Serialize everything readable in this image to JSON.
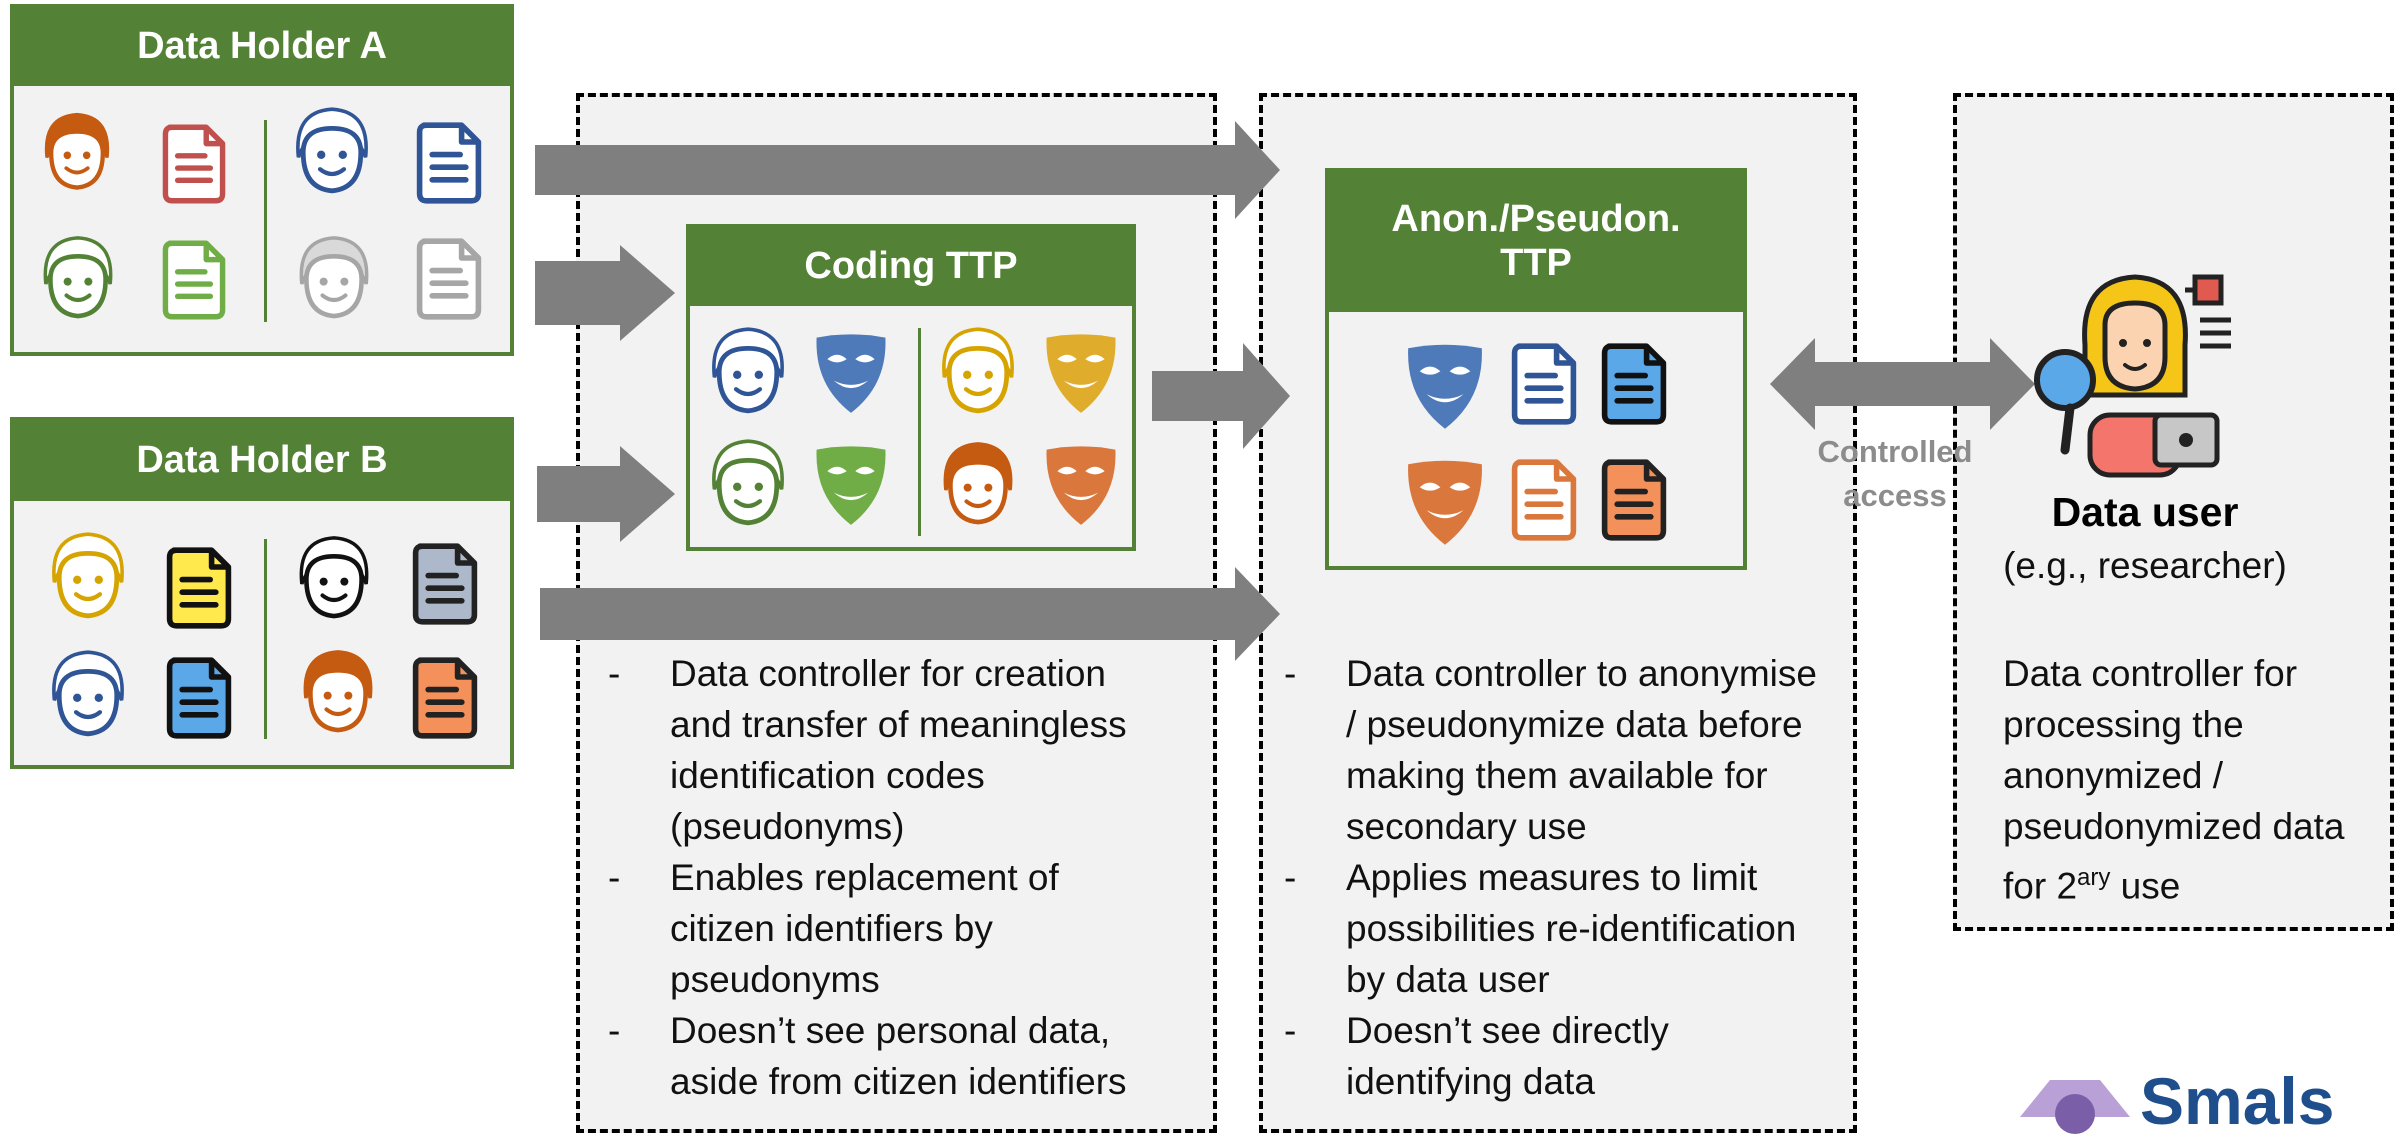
{
  "holder_a": {
    "title": "Data Holder A"
  },
  "holder_b": {
    "title": "Data Holder B"
  },
  "coding_ttp": {
    "title": "Coding TTP",
    "description": [
      "Data controller for creation and transfer of meaningless identification codes (pseudonyms)",
      "Enables replacement of citizen identifiers by pseudonyms",
      "Doesn’t see personal data, aside from citizen identifiers"
    ]
  },
  "anon_ttp": {
    "title_line1": "Anon./Pseudon.",
    "title_line2": "TTP",
    "description": [
      "Data controller to anonymise / pseudonymize data before making them available for secondary use",
      "Applies measures to limit possibilities re-identification by data user",
      "Doesn’t see directly identifying data"
    ]
  },
  "controlled_access": {
    "line1": "Controlled",
    "line2": "access"
  },
  "data_user": {
    "title": "Data user",
    "subtitle": "(e.g., researcher)",
    "description_main": "Data controller for processing the anonymized / pseudonymized data for 2",
    "description_sup": "ary",
    "description_tail": " use"
  },
  "logo": {
    "text": "Smals"
  },
  "colors": {
    "green": "#538135",
    "arrow": "#7f7f7f",
    "panel": "#f2f2f2",
    "blue": "#2f5597",
    "orange": "#c55a11",
    "gold": "#d6a400",
    "red_doc": "#c0504d"
  }
}
